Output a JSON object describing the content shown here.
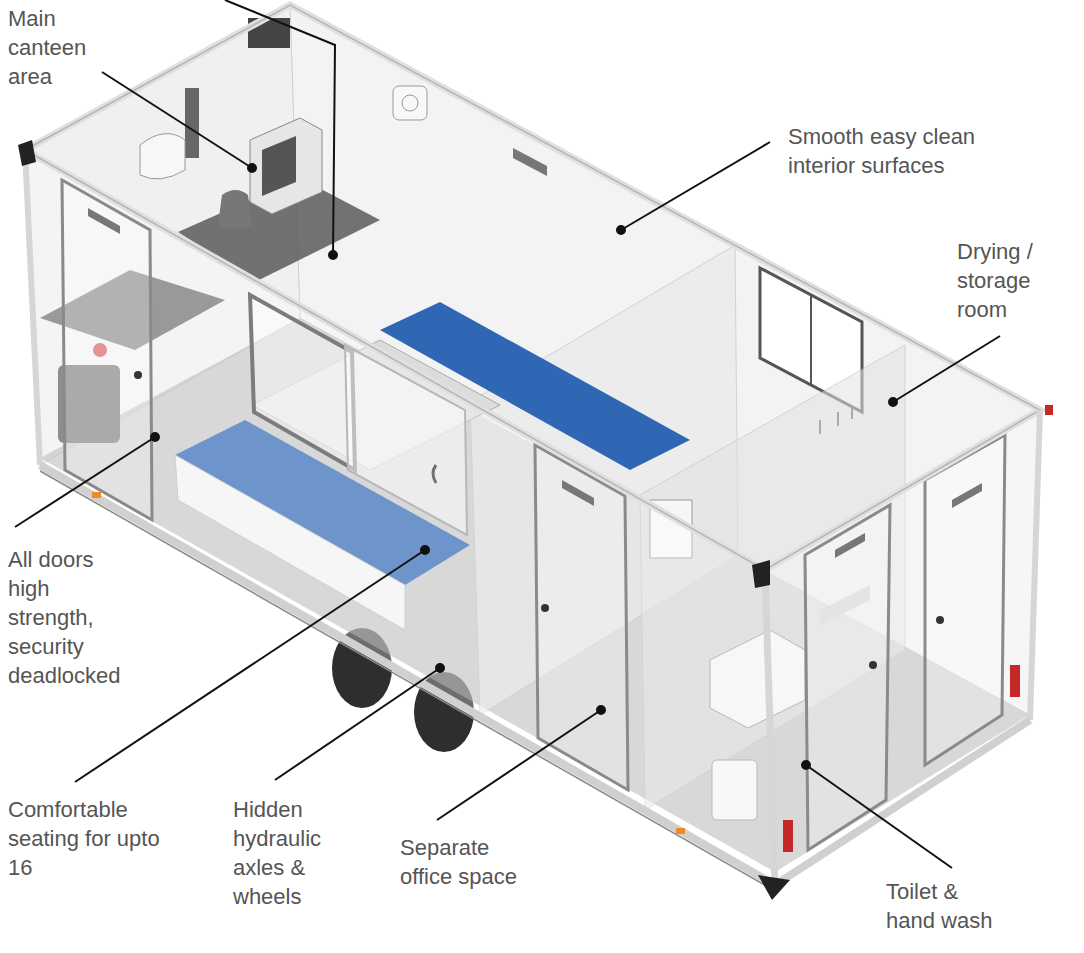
{
  "diagram": {
    "labels": [
      "Main canteen area",
      "Smooth easy clean interior surfaces",
      "Drying / storage room",
      "All doors high strength, security deadlocked",
      "Comfortable seating for upto 16",
      "Hidden hydraulic axles & wheels",
      "Separate office space",
      "Toilet & hand wash"
    ]
  }
}
